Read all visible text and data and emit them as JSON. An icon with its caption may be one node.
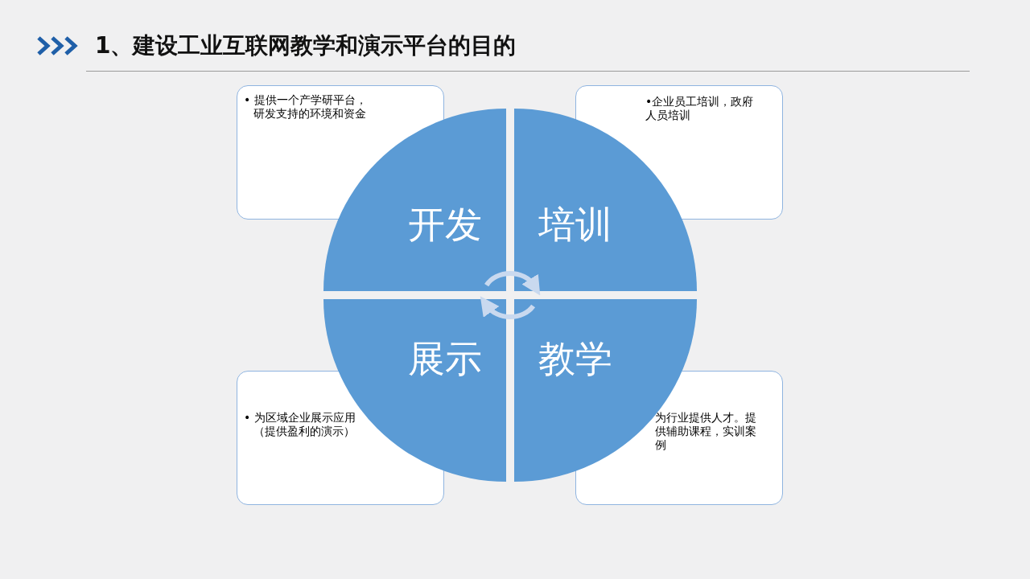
{
  "diagram": {
    "title": "1、建设工业互联网教学和演示平台的目的",
    "nodes": [
      {
        "text": [
          "• 提供一个产学研平台，研发支持的环境和资金"
        ]
      },
      {
        "text": [
          "开发"
        ]
      },
      {
        "text": [
          "培训"
        ]
      },
      {
        "text": [
          "•企业员工培训，政府人员培训"
        ]
      },
      {
        "text": [
          "• 为区域企业展示应用（提供盈利的演示）"
        ]
      },
      {
        "text": [
          "展示"
        ]
      },
      {
        "text": [
          "教学"
        ]
      },
      {
        "text": [
          "为行业提供人才。提供辅助课程，实训案例"
        ]
      }
    ],
    "edges": [
      {
        "from": 1,
        "to": 2,
        "arrow": "to"
      },
      {
        "from": 6,
        "to": 5,
        "arrow": "to"
      }
    ]
  }
}
